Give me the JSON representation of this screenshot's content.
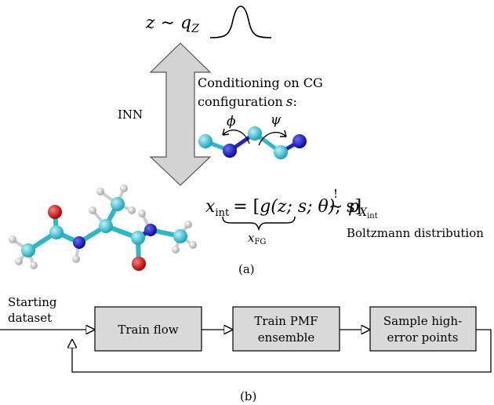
{
  "top": {
    "latent_formula": "z ∼ q",
    "latent_sub": "Z",
    "inn_label": "INN",
    "conditioning_line1": "Conditioning on CG",
    "conditioning_line2": "configuration",
    "conditioning_var": "s",
    "conditioning_colon": ":",
    "phi": "ϕ",
    "psi": "ψ",
    "xint_lhs": "x",
    "xint_lhs_sub": "int",
    "xint_eq": "= [",
    "xint_g": "g(z; s; θ)",
    "xint_tail": ", s]",
    "xint_approx": "∼",
    "xint_bang": "!",
    "xint_p": "p",
    "xint_p_sub": "X",
    "xint_p_subsub": "int",
    "brace_label": "x",
    "brace_sub": "FG",
    "boltzmann": "Boltzmann distribution",
    "caption": "(a)"
  },
  "bottom": {
    "starting_line1": "Starting",
    "starting_line2": "dataset",
    "box1": "Train flow",
    "box2_line1": "Train PMF",
    "box2_line2": "ensemble",
    "box3_line1": "Sample high-",
    "box3_line2": "error points",
    "caption": "(b)"
  },
  "colors": {
    "box_fill": "#d9d9d9",
    "arrow_fill": "#d3d3d3",
    "carbon": "#3ec8d6",
    "nitrogen": "#1a1ad6",
    "oxygen": "#e01010",
    "hydrogen": "#e8e8e8"
  }
}
